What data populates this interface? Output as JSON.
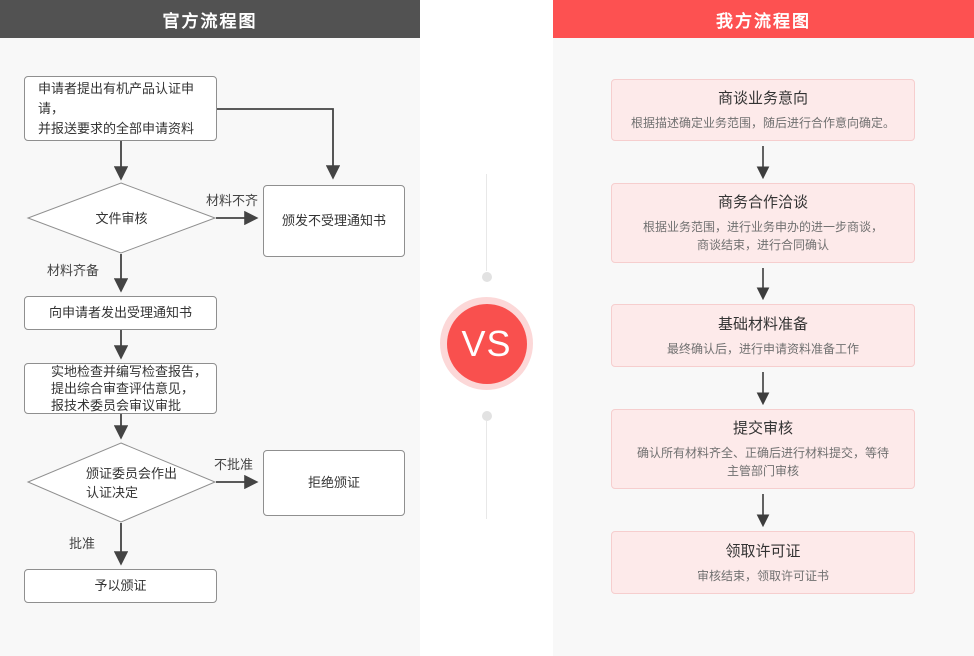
{
  "left_panel": {
    "title": "官方流程图",
    "nodes": {
      "apply": {
        "line1": "申请者提出有机产品认证申请，",
        "line2": "并报送要求的全部申请资料"
      },
      "doc_review": "文件审核",
      "reject_notice": "颁发不受理通知书",
      "accept_notice": "向申请者发出受理通知书",
      "inspection": {
        "line1": "实地检查并编写检查报告，",
        "line2": "提出综合审查评估意见，",
        "line3": "报技术委员会审议审批"
      },
      "committee": {
        "line1": "颁证委员会作出",
        "line2": "认证决定"
      },
      "refuse": "拒绝颁证",
      "grant": "予以颁证"
    },
    "edge_labels": {
      "incomplete": "材料不齐",
      "complete": "材料齐备",
      "not_approved": "不批准",
      "approved": "批准"
    }
  },
  "vs": {
    "label": "VS"
  },
  "right_panel": {
    "title": "我方流程图",
    "steps": [
      {
        "title": "商谈业务意向",
        "desc_line1": "根据描述确定业务范围，随后进行合作意向确定。",
        "desc_line2": ""
      },
      {
        "title": "商务合作洽谈",
        "desc_line1": "根据业务范围，进行业务申办的进一步商谈，",
        "desc_line2": "商谈结束，进行合同确认"
      },
      {
        "title": "基础材料准备",
        "desc_line1": "最终确认后，进行申请资料准备工作",
        "desc_line2": ""
      },
      {
        "title": "提交审核",
        "desc_line1": "确认所有材料齐全、正确后进行材料提交，等待",
        "desc_line2": "主管部门审核"
      },
      {
        "title": "领取许可证",
        "desc_line1": "审核结束，领取许可证书",
        "desc_line2": ""
      }
    ]
  },
  "colors": {
    "left_header_bg": "#525252",
    "right_header_bg": "#fd5151",
    "panel_bg": "#f8f8f8",
    "flow_box_border": "#8f8f8f",
    "step_bg": "#fdeaea",
    "step_border": "#f6cece",
    "vs_circle": "#f9504e",
    "vs_ring": "#fcd8d8",
    "arrow": "#444444"
  }
}
